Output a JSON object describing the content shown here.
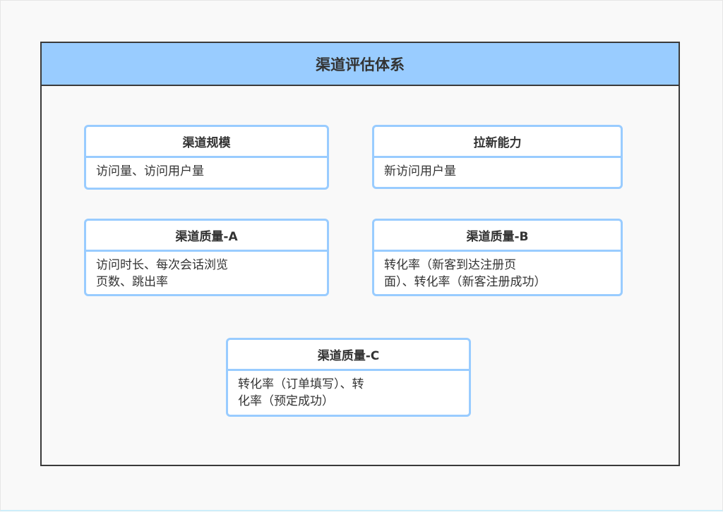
{
  "title": "渠道评估体系",
  "cards": [
    {
      "title": "渠道规模",
      "body": "访问量、访问用户量"
    },
    {
      "title": "拉新能力",
      "body": "新访问用户量"
    },
    {
      "title": "渠道质量-A",
      "body": "访问时长、每次会话浏览\n页数、跳出率"
    },
    {
      "title": "渠道质量-B",
      "body": "转化率（新客到达注册页\n面）、转化率（新客注册成功）"
    },
    {
      "title": "渠道质量-C",
      "body": "转化率（订单填写）、转\n化率（预定成功）"
    }
  ],
  "colors": {
    "header": "#99ccff",
    "border": "#99ccff",
    "frame": "#3a3a3a"
  }
}
